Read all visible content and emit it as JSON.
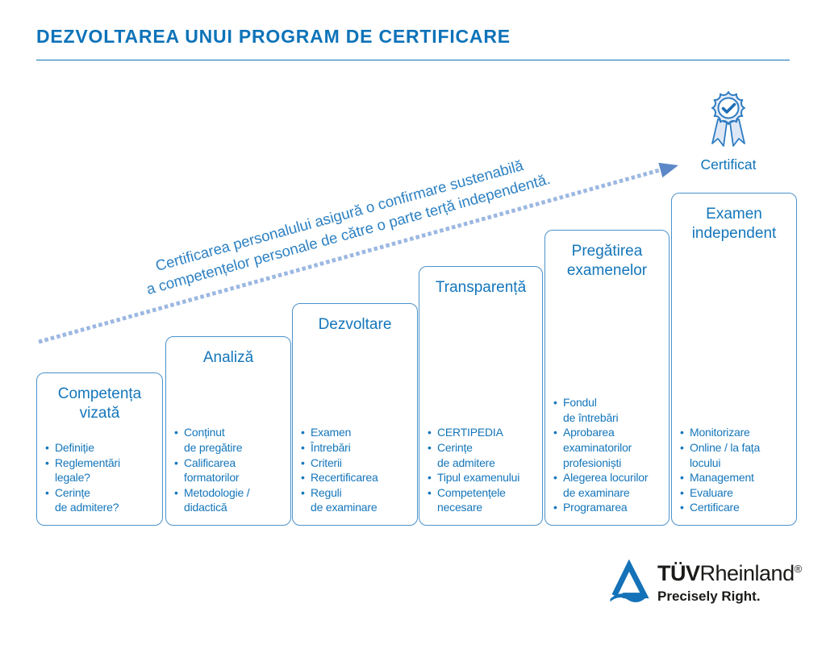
{
  "header": {
    "title": "DEZVOLTAREA UNUI PROGRAM DE CERTIFICARE"
  },
  "arrow": {
    "line1": "Certificarea personalului asigură o confirmare sustenabilă",
    "line2": "a competențelor personale de către o parte terță independentă."
  },
  "certificate": {
    "label": "Certificat",
    "icon": "rosette-check-icon"
  },
  "steps": [
    {
      "title": "Competența\nvizată",
      "items": [
        "Definiție",
        "Reglementări\nlegale?",
        "Cerințe\nde admitere?"
      ]
    },
    {
      "title": "Analiză",
      "items": [
        "Conținut\nde pregătire",
        "Calificarea\nformatorilor",
        "Metodologie /\ndidactică"
      ]
    },
    {
      "title": "Dezvoltare",
      "items": [
        "Examen",
        "Întrebări",
        "Criterii",
        "Recertificarea",
        "Reguli\nde examinare"
      ]
    },
    {
      "title": "Transparență",
      "items": [
        "CERTIPEDIA",
        "Cerințe\nde admitere",
        "Tipul examenului",
        "Competențele\nnecesare"
      ]
    },
    {
      "title": "Pregătirea\nexamenelor",
      "items": [
        "Fondul\nde întrebări",
        "Aprobarea\nexaminatorilor\nprofesioniști",
        "Alegerea locurilor\nde examinare",
        "Programarea"
      ]
    },
    {
      "title": "Examen\nindependent",
      "items": [
        "Monitorizare",
        "Online / la fața\nlocului",
        "Management",
        "Evaluare",
        "Certificare"
      ]
    }
  ],
  "logo": {
    "tuv": "TÜV",
    "rheinland": "Rheinland",
    "reg": "®",
    "tagline": "Precisely Right."
  },
  "colors": {
    "accent_blue": "#0e73b9",
    "box_border": "#4c92cb",
    "box_text": "#1476bb",
    "arrow_dots": "#9cb8e2",
    "arrowhead": "#5d88c7",
    "arrow_text": "#2c80c2",
    "logo_blue": "#1472b8"
  }
}
